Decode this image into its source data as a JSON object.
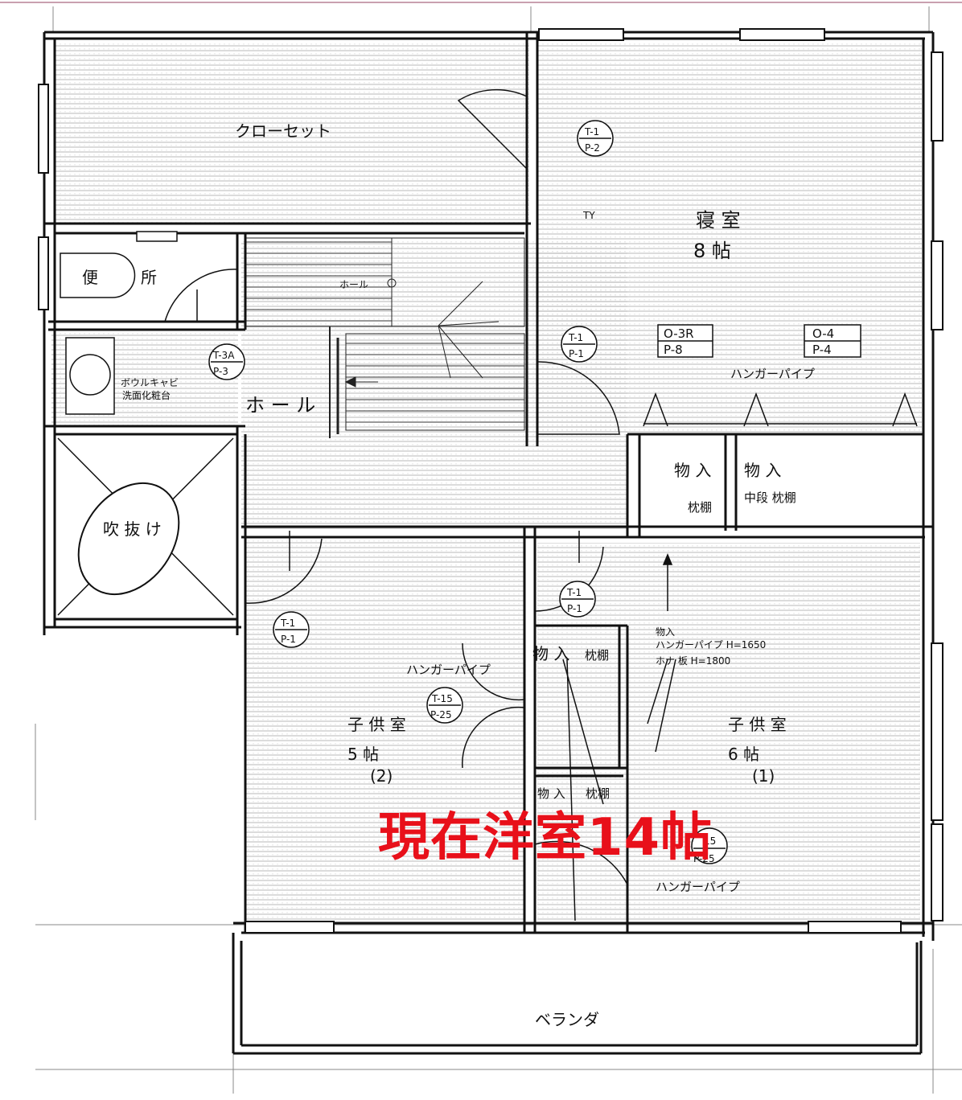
{
  "rooms": {
    "closet": "クローセット",
    "master_bedroom": "寝 室",
    "master_size": "8 帖",
    "toilet_a": "便",
    "toilet_b": "所",
    "hall_mark": "ホール",
    "hall": "ホ ー ル",
    "vanity_1": "ボウルキャビ",
    "vanity_2": "洗面化粧台",
    "void": "吹 抜 け",
    "storage_1": "物 入",
    "storage_2": "物 入",
    "storage_shelf_1": "枕棚",
    "storage_shelf_2": "中段 枕棚",
    "storage_3": "物 入",
    "storage_3_shelf": "枕棚",
    "storage_4": "物 入",
    "storage_4_shelf": "枕棚",
    "child_room": "子 供 室",
    "child2_size": "5 帖",
    "child2_no": "(2)",
    "child1_size": "6 帖",
    "child1_no": "(1)",
    "veranda": "ベランダ"
  },
  "annotations": {
    "hanger_pipe_1": "ハンガーパイプ",
    "hanger_pipe_2": "ハンガーパイプ",
    "hanger_pipe_3": "ハンガーパイプ",
    "storage_note_1": "物入",
    "storage_note_2": "ハンガーパイプ H=1650",
    "storage_note_3": "ホナ 板 H=1800",
    "ty": "TY"
  },
  "tags": [
    {
      "top": "T-1",
      "bottom": "P-2"
    },
    {
      "top": "T-1",
      "bottom": "P-1"
    },
    {
      "top": "T-3A",
      "bottom": "P-3"
    },
    {
      "top": "T-1",
      "bottom": "P-1"
    },
    {
      "top": "T-1",
      "bottom": "P-1"
    },
    {
      "top": "T-15",
      "bottom": "P-25"
    },
    {
      "top": "15",
      "bottom": "P-25"
    }
  ],
  "window_codes": [
    {
      "top": "O-3R",
      "bottom": "P-8"
    },
    {
      "top": "O-4",
      "bottom": "P-4"
    }
  ],
  "overlay_label": "現在洋室14帖",
  "colors": {
    "line": "#111111",
    "hatch": "#9a9a9a",
    "overlay": "#e8101a"
  }
}
